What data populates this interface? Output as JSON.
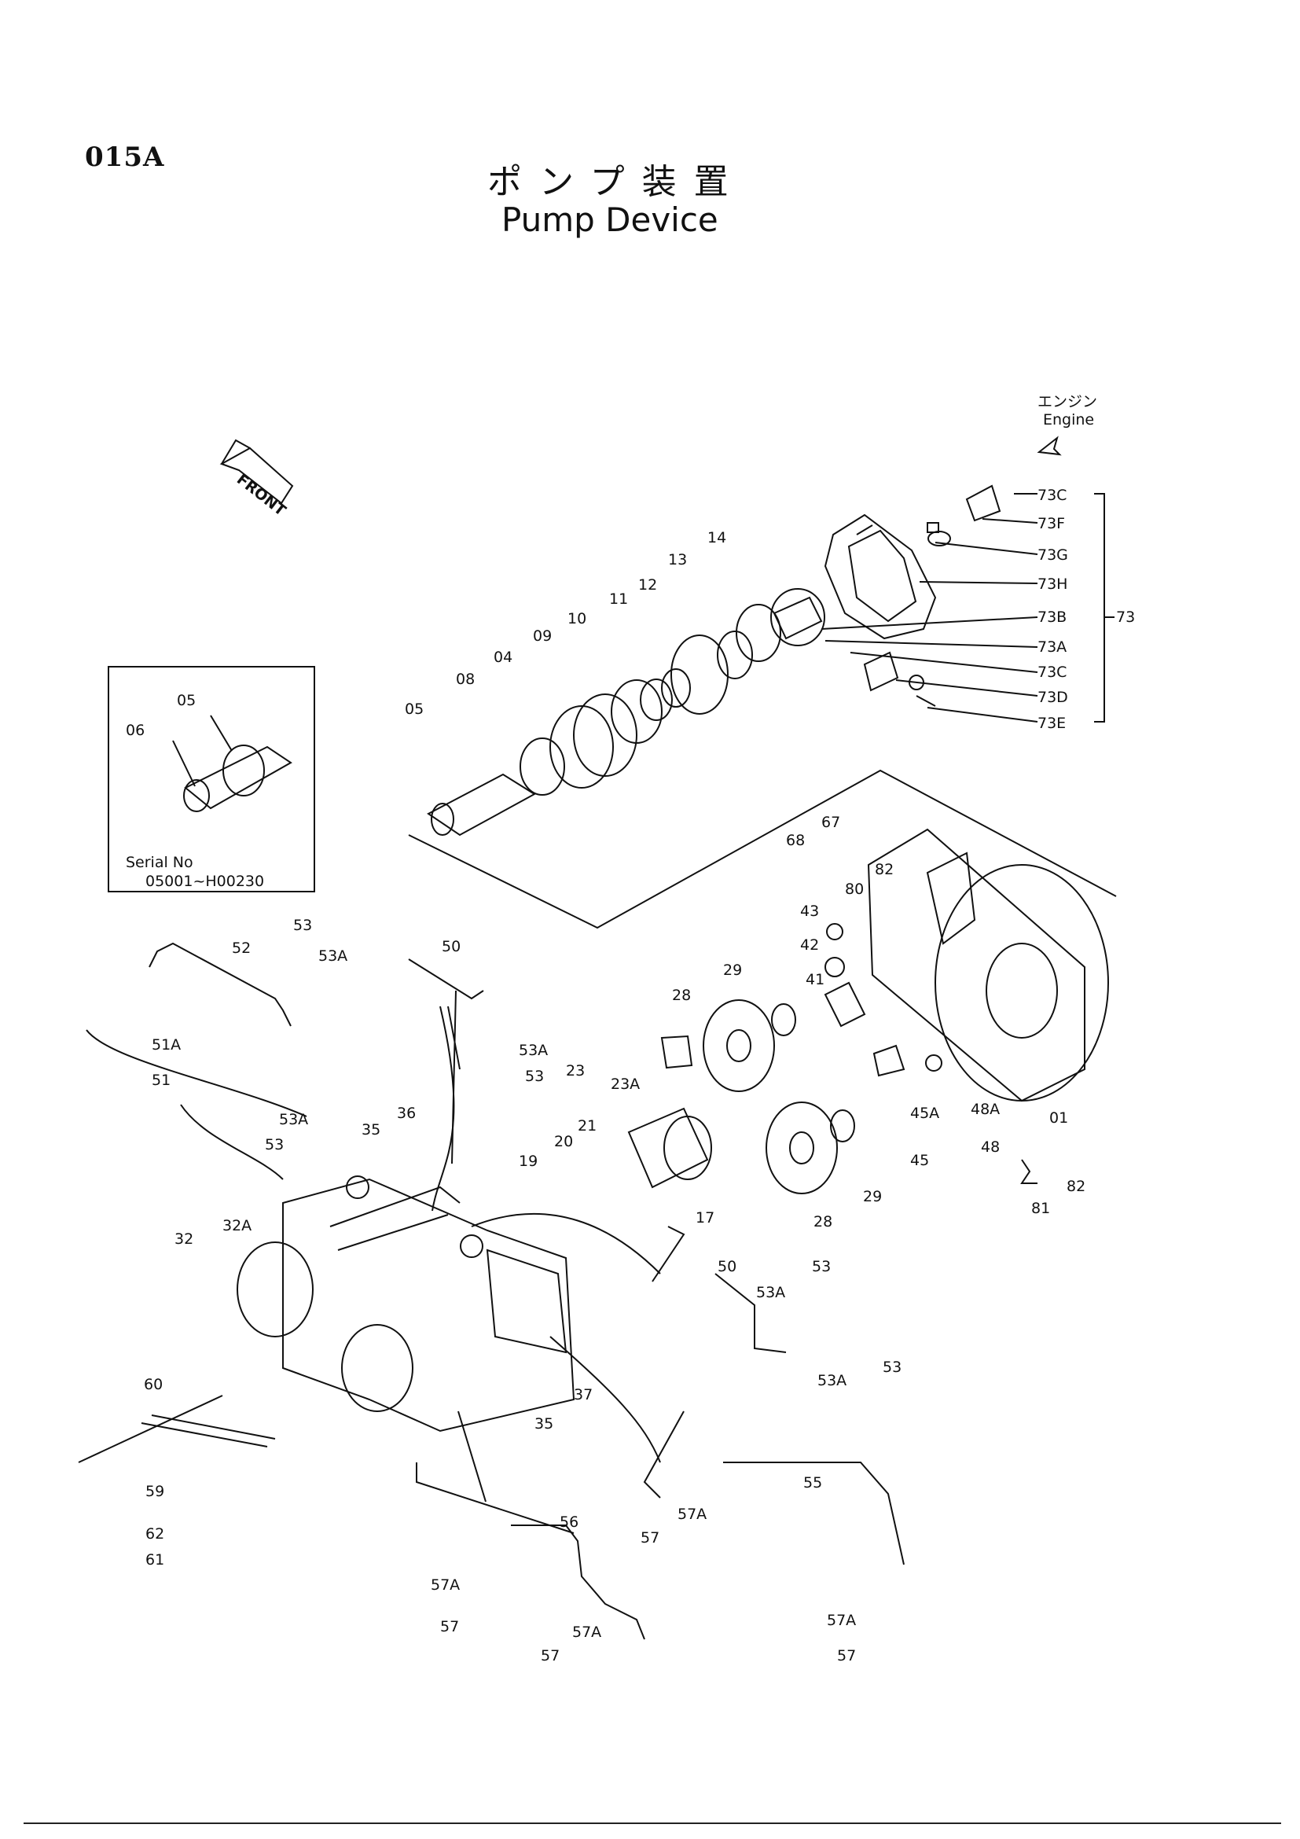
{
  "page_code": "015A",
  "title_jp": "ポンプ装置",
  "title_en": "Pump Device",
  "front_label": "FRONT",
  "engine_label_jp": "エンジン",
  "engine_label_en": "Engine",
  "inset": {
    "serial_label": "Serial No",
    "serial_range": "05001~H00230",
    "labels": [
      "05",
      "06"
    ]
  },
  "callouts": [
    "73C",
    "73F",
    "73G",
    "73H",
    "73B",
    "73",
    "73A",
    "73C",
    "73D",
    "73E",
    "14",
    "13",
    "12",
    "11",
    "10",
    "09",
    "04",
    "08",
    "05",
    "67",
    "68",
    "82",
    "80",
    "43",
    "42",
    "41",
    "29",
    "28",
    "23",
    "23A",
    "21",
    "20",
    "19",
    "17",
    "28",
    "29",
    "45A",
    "45",
    "48A",
    "48",
    "01",
    "82",
    "81",
    "53",
    "53A",
    "50",
    "52",
    "51A",
    "51",
    "53A",
    "53",
    "53A",
    "53",
    "36",
    "35",
    "32A",
    "32",
    "50",
    "53",
    "53A",
    "53",
    "53A",
    "37",
    "35",
    "60",
    "59",
    "62",
    "61",
    "55",
    "57A",
    "57",
    "56",
    "57A",
    "57",
    "57A",
    "57",
    "57A",
    "57"
  ]
}
